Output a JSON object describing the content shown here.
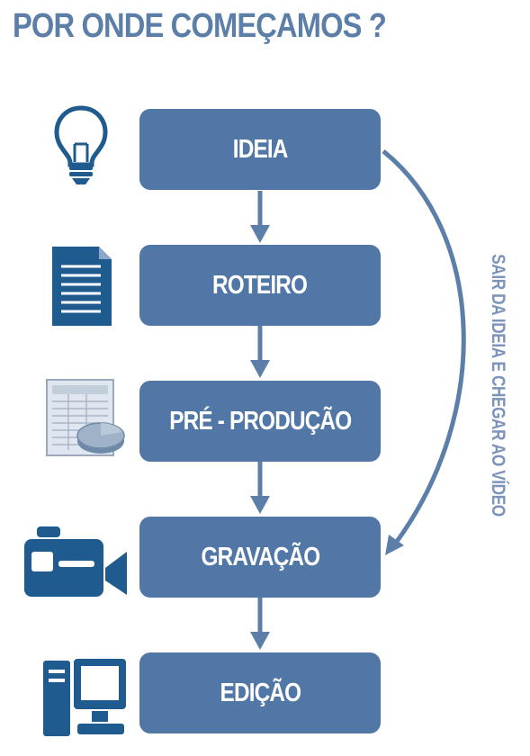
{
  "title": "POR ONDE COMEÇAMOS ?",
  "steps": [
    {
      "label": "IDEIA",
      "icon": "lightbulb-icon"
    },
    {
      "label": "ROTEIRO",
      "icon": "document-icon"
    },
    {
      "label": "PRÉ - PRODUÇÃO",
      "icon": "spreadsheet-chart-icon"
    },
    {
      "label": "GRAVAÇÃO",
      "icon": "video-camera-icon"
    },
    {
      "label": "EDIÇÃO",
      "icon": "computer-icon"
    }
  ],
  "side_label": "SAIR DA IDEIA E CHEGAR AO VÍDEO",
  "colors": {
    "box": "#5077a6",
    "arrow": "#5c7fa9",
    "title": "#5c7fa9",
    "icon": "#1f5b8e",
    "side_label": "#7c93bb"
  }
}
